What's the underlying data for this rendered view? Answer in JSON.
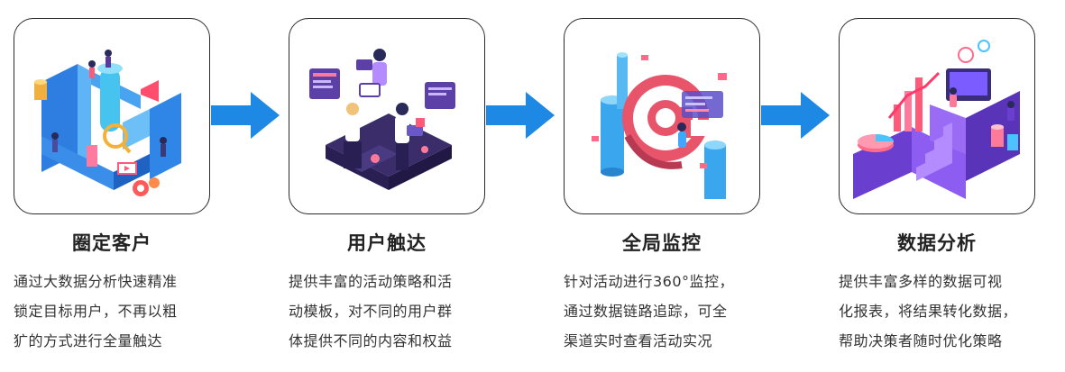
{
  "steps": [
    {
      "title": "圈定客户",
      "icon": "customer-targeting-illustration",
      "lines": [
        "通过大数据分析快速精准",
        "锁定目标用户，不再以粗",
        "犷的方式进行全量触达"
      ]
    },
    {
      "title": "用户触达",
      "icon": "user-reach-illustration",
      "lines": [
        "提供丰富的活动策略和活",
        "动模板，对不同的用户群",
        "体提供不同的内容和权益"
      ]
    },
    {
      "title": "全局监控",
      "icon": "global-monitoring-illustration",
      "lines": [
        "针对活动进行360°监控，",
        "通过数据链路追踪，可全",
        "渠道实时查看活动实况"
      ]
    },
    {
      "title": "数据分析",
      "icon": "data-analysis-illustration",
      "lines": [
        "提供丰富多样的数据可视",
        "化报表，将结果转化数据，",
        "帮助决策者随时优化策略"
      ]
    }
  ],
  "colors": {
    "arrow": "#1e88e5",
    "border": "#2b2b2b",
    "text": "#333333"
  }
}
